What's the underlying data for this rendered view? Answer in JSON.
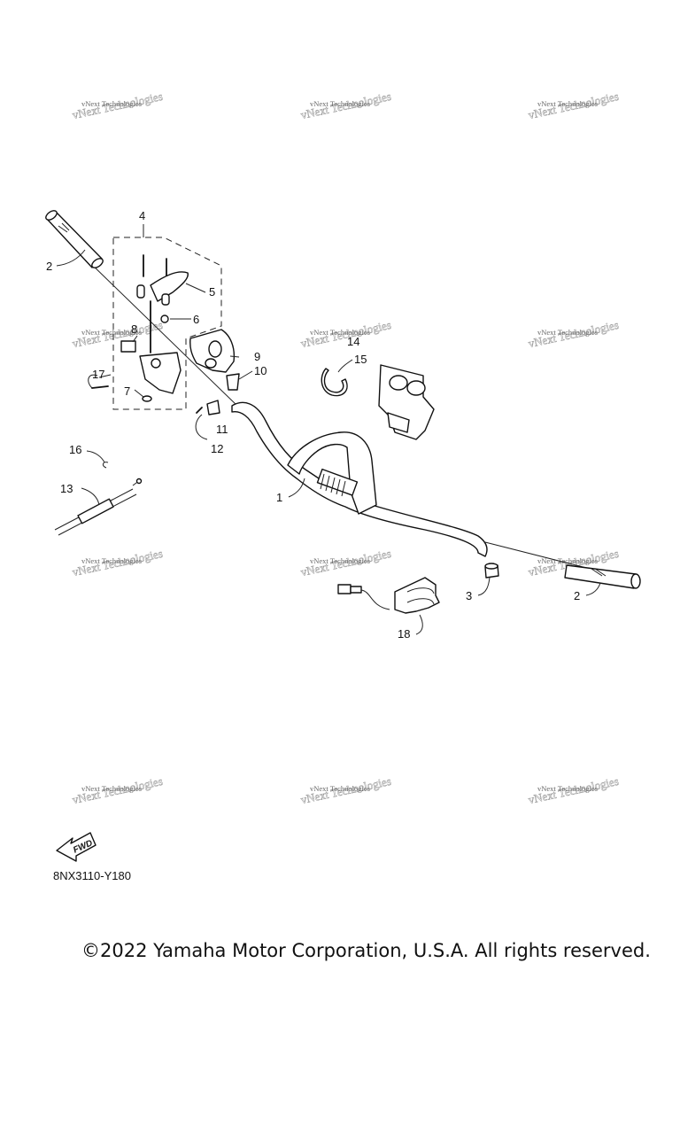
{
  "diagram": {
    "code": "8NX3110-Y180",
    "copyright": "©2022 Yamaha Motor Corporation, U.S.A. All rights reserved.",
    "fwd_label": "FWD",
    "watermark_small": "vNext Technologies",
    "watermark_large": "vNext Technologies",
    "callouts": [
      "1",
      "2",
      "2",
      "3",
      "4",
      "5",
      "6",
      "7",
      "8",
      "9",
      "10",
      "11",
      "12",
      "13",
      "14",
      "15",
      "16",
      "17",
      "18"
    ]
  }
}
